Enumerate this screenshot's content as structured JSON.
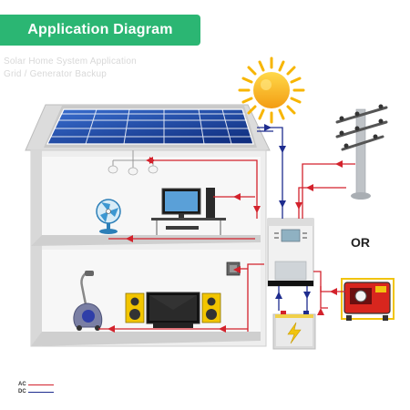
{
  "header": {
    "title": "Application Diagram",
    "subtitle_line1": "Solar Home System Application",
    "subtitle_line2": "Grid / Generator Backup"
  },
  "labels": {
    "or": "OR"
  },
  "legend": {
    "ac_label": "AC",
    "dc_label": "DC",
    "ac_color": "#d3222c",
    "dc_color": "#1e2c8e"
  },
  "colors": {
    "accent": "#2bb673",
    "ac_wire": "#d3222c",
    "dc_wire": "#1e2c8e",
    "house": "#e7e7e7",
    "sun": "#f7b500"
  },
  "icons": [
    "sun-icon",
    "solar-panel-icon",
    "utility-pole-icon",
    "generator-icon",
    "inverter-icon",
    "battery-icon",
    "ceiling-lamp-icon",
    "fan-icon",
    "desktop-computer-icon",
    "vacuum-cleaner-icon",
    "television-icon",
    "speaker-icon",
    "distribution-box-icon"
  ]
}
